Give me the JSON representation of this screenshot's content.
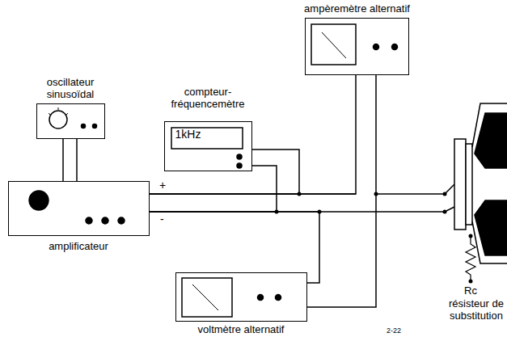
{
  "diagram": {
    "nodes": [
      {
        "text": [
          "ampèremètre alternatif"
        ]
      },
      {
        "text": [
          "oscillateur sinusoïdal"
        ]
      },
      {
        "text": [
          "compteur-fréquencemètre",
          "1kHz"
        ]
      },
      {
        "text": [
          "amplificateur"
        ]
      },
      {
        "text": [
          "voltmètre alternatif"
        ]
      }
    ],
    "edges": [
      {
        "from": 1,
        "to": 3,
        "arrow": "none"
      },
      {
        "from": 3,
        "to": 2,
        "arrow": "none"
      },
      {
        "from": 3,
        "to": 0,
        "arrow": "none"
      },
      {
        "from": 3,
        "to": 4,
        "arrow": "none"
      }
    ],
    "labels": [
      "+",
      "-",
      "Rc",
      "résisteur de substitution",
      "2-22"
    ]
  }
}
